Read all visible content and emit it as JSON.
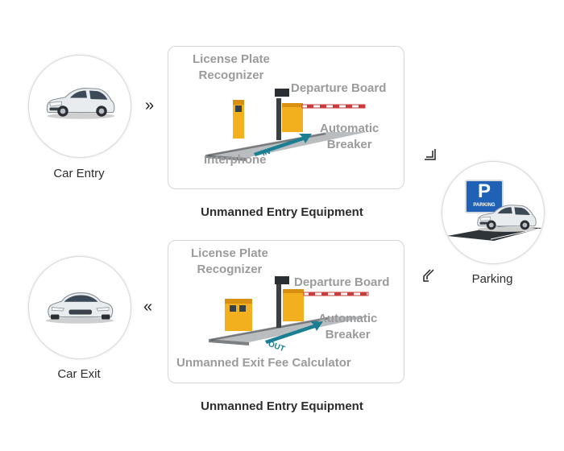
{
  "nodes": {
    "car_entry": "Car Entry",
    "parking": "Parking",
    "car_exit": "Car Exit"
  },
  "entry_panel": {
    "recognizer": "License Plate\nRecognizer",
    "departure_board": "Departure Board",
    "breaker": "Automatic\nBreaker",
    "interphone": "Interphone",
    "road_marking": "IN",
    "caption": "Unmanned Entry Equipment"
  },
  "exit_panel": {
    "recognizer": "License Plate\nRecognizer",
    "departure_board": "Departure Board",
    "breaker": "Automatic\nBreaker",
    "fee_calculator": "Unmanned Exit Fee Calculator",
    "road_marking": "OUT",
    "caption": "Unmanned Entry Equipment"
  },
  "parking_sign": {
    "letter": "P",
    "text": "PARKING"
  },
  "colors": {
    "border": "#d6d6d6",
    "callout_text": "#9b9b9b",
    "label_text": "#2d2d2d",
    "sign_blue": "#1f62b5",
    "arrow_teal": "#1b7f93",
    "bollard_yellow": "#f2b01e"
  }
}
